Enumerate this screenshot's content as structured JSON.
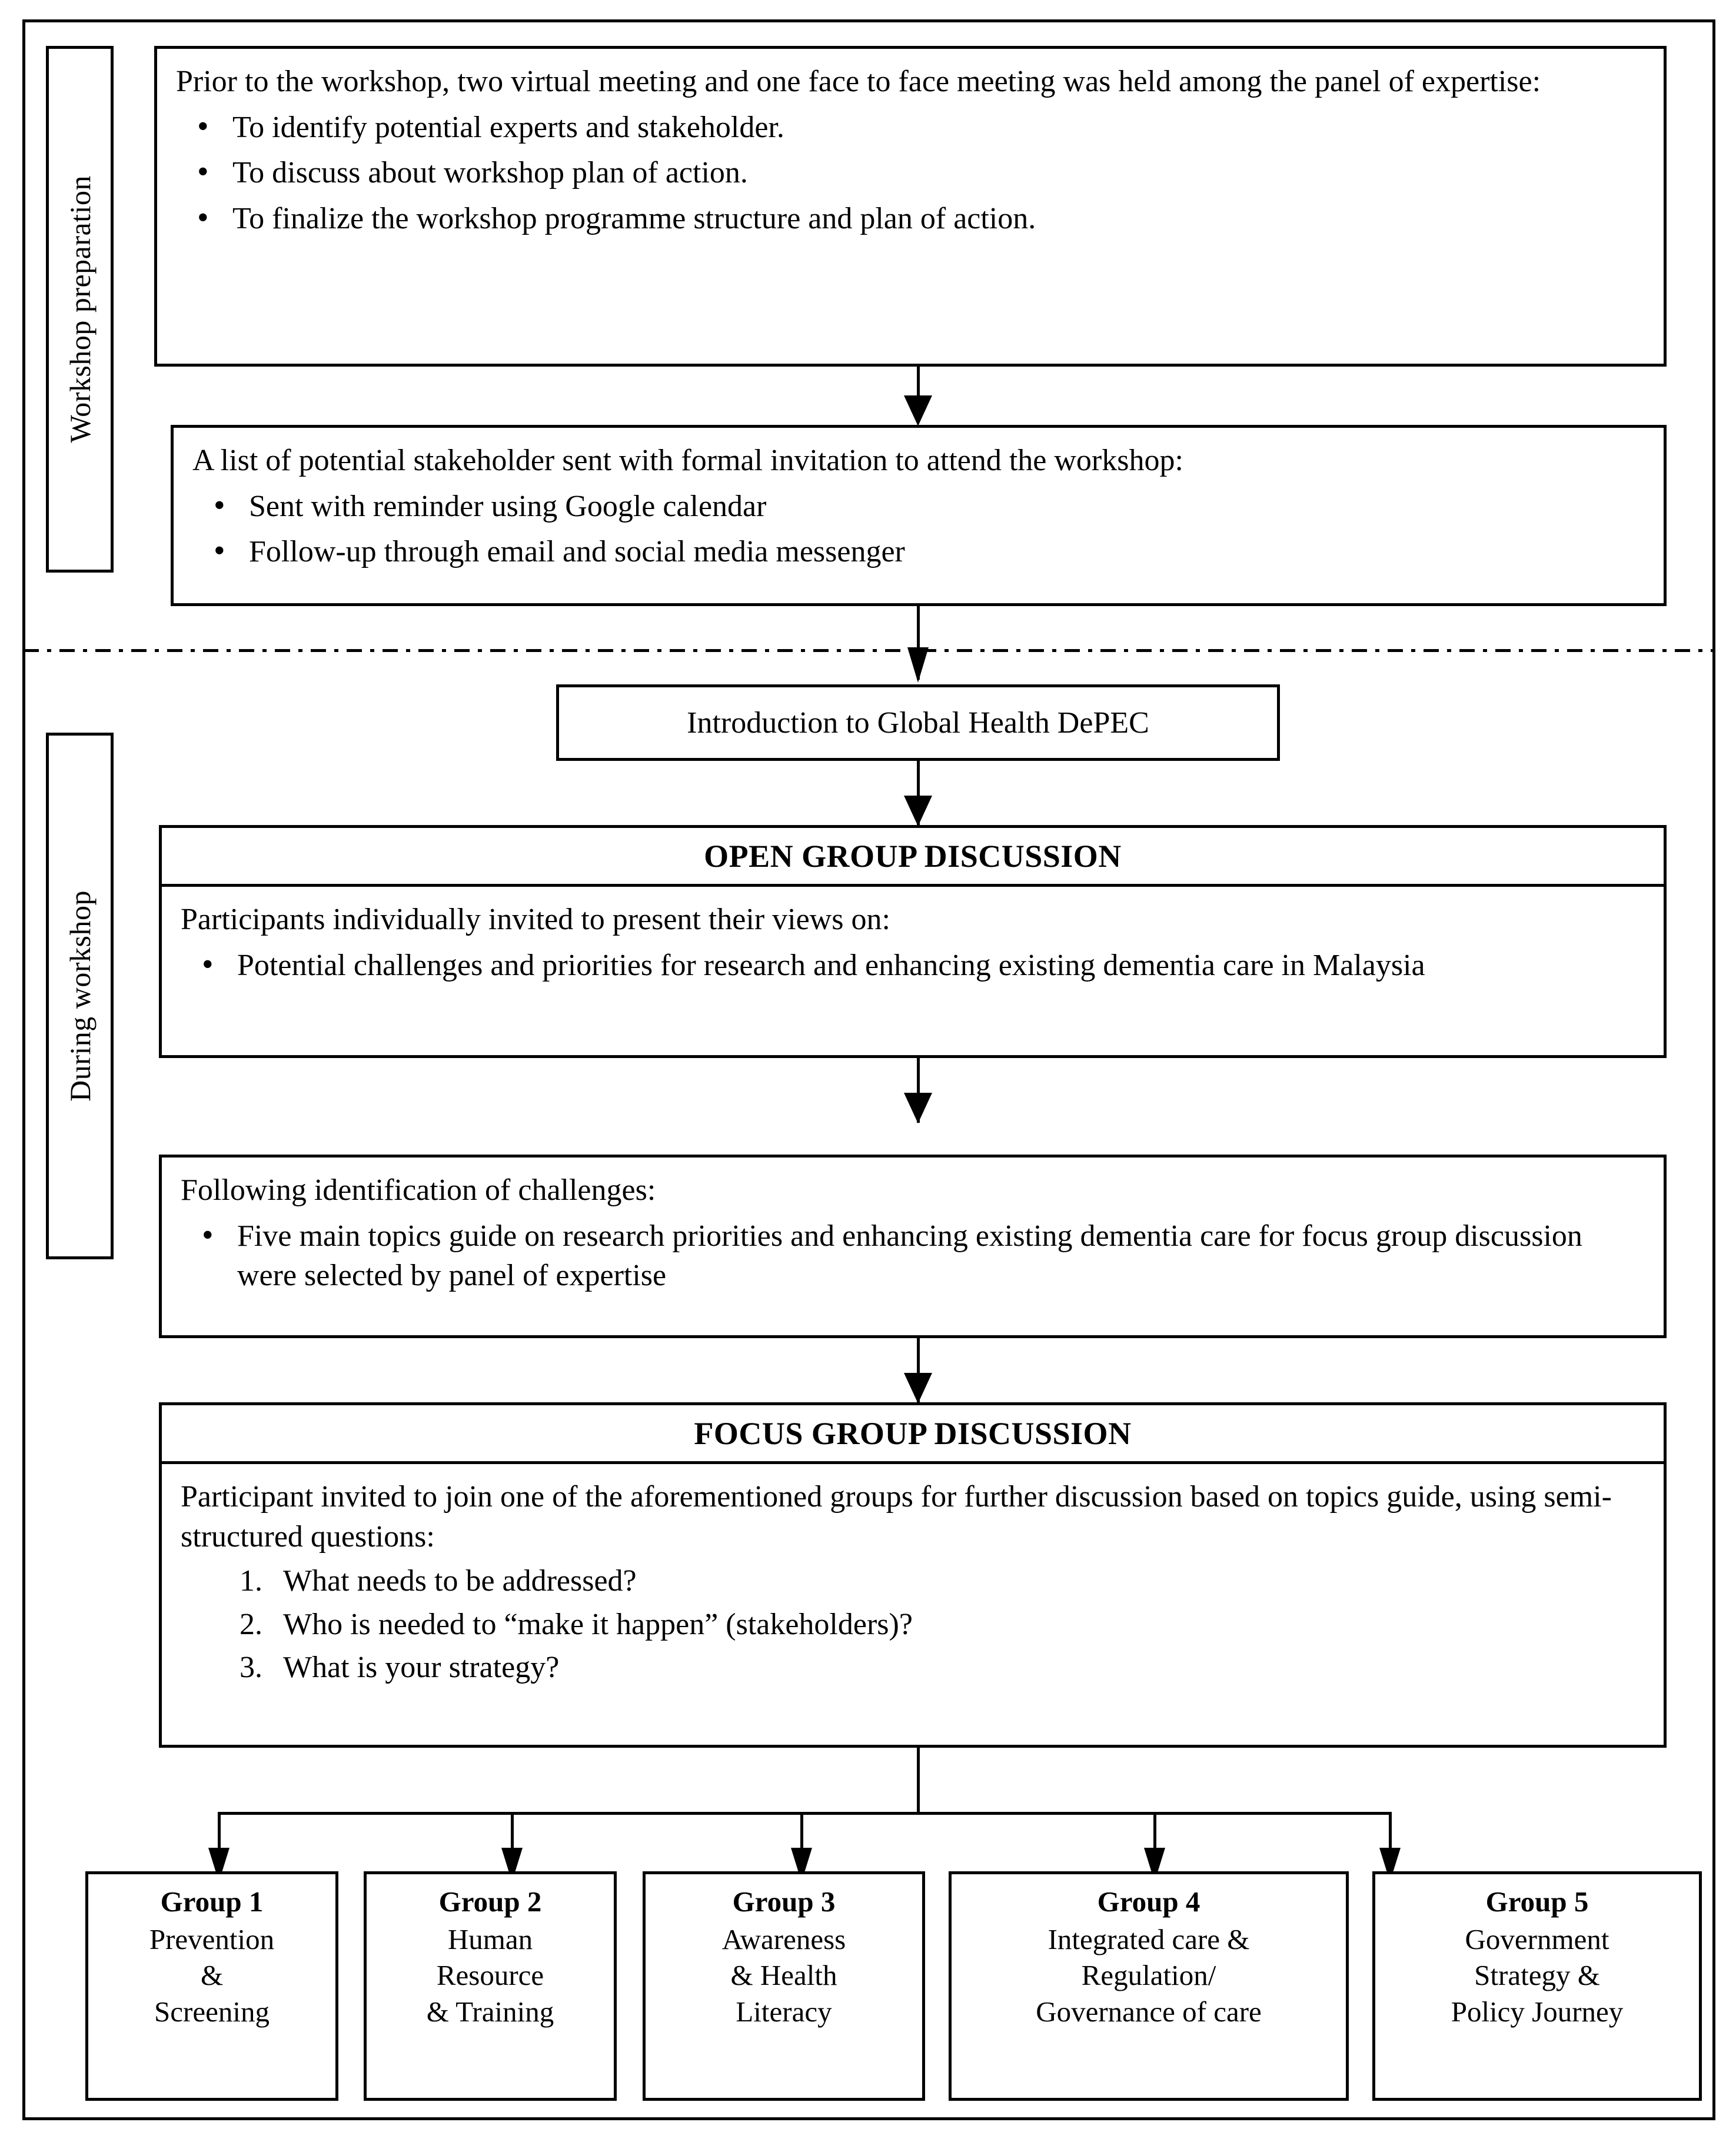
{
  "phases": [
    {
      "label": "Workshop preparation"
    },
    {
      "label": "During workshop"
    }
  ],
  "prep": {
    "box1": {
      "lead": "Prior to the workshop, two virtual meeting and one face to face meeting was held among the panel of expertise:",
      "bullets": [
        "To identify potential experts and stakeholder.",
        "To discuss about workshop plan of action.",
        "To finalize the workshop programme structure and plan of action."
      ]
    },
    "box2": {
      "lead": "A list of potential stakeholder sent with formal invitation to attend the workshop:",
      "bullets": [
        "Sent with reminder using Google calendar",
        "Follow-up through email and social media messenger"
      ]
    }
  },
  "during": {
    "intro": {
      "label": "Introduction to Global Health DePEC"
    },
    "open_group": {
      "header": "OPEN GROUP DISCUSSION",
      "lead": "Participants individually invited to present their views on:",
      "bullets": [
        "Potential challenges and priorities for research and enhancing existing dementia care in Malaysia"
      ]
    },
    "following": {
      "lead": "Following identification of challenges:",
      "bullets": [
        "Five main topics guide on research priorities and enhancing existing dementia care for focus group discussion were selected by panel of expertise"
      ]
    },
    "focus_group": {
      "header": "FOCUS GROUP DISCUSSION",
      "lead": "Participant invited to join one of the aforementioned groups for further discussion based on topics guide, using semi-structured questions:",
      "questions": [
        "What needs to be addressed?",
        "Who is needed to “make it happen” (stakeholders)?",
        "What is your strategy?"
      ]
    },
    "groups": [
      {
        "title": "Group 1",
        "desc": "Prevention\n&\nScreening"
      },
      {
        "title": "Group 2",
        "desc": "Human\nResource\n& Training"
      },
      {
        "title": "Group 3",
        "desc": "Awareness\n& Health\nLiteracy"
      },
      {
        "title": "Group 4",
        "desc": "Integrated care &\nRegulation/\nGovernance of care"
      },
      {
        "title": "Group 5",
        "desc": "Government\nStrategy &\nPolicy Journey"
      }
    ]
  },
  "colors": {
    "stroke": "#000000",
    "background": "#ffffff"
  }
}
